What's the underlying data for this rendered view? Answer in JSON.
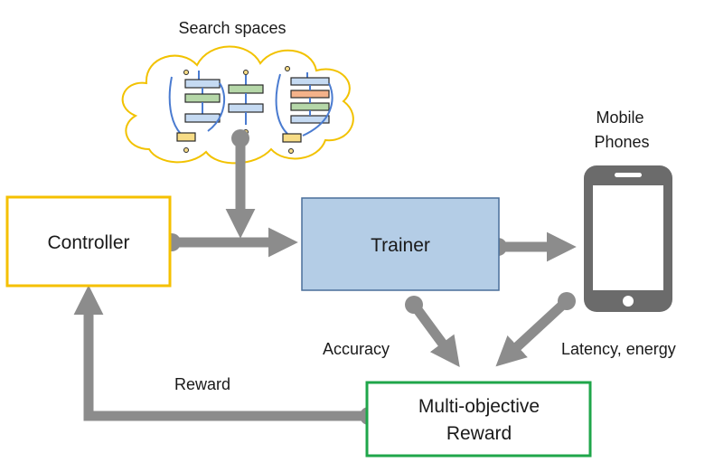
{
  "search_spaces": {
    "title": "Search spaces"
  },
  "controller": {
    "label": "Controller"
  },
  "trainer": {
    "label": "Trainer"
  },
  "mobile": {
    "label_line1": "Mobile",
    "label_line2": "Phones"
  },
  "reward_box": {
    "label_line1": "Multi-objective",
    "label_line2": "Reward"
  },
  "edges": {
    "accuracy": "Accuracy",
    "latency": "Latency, energy",
    "reward": "Reward"
  },
  "colors": {
    "controller_border": "#f5c000",
    "trainer_fill": "#b4cde6",
    "trainer_border": "#4a6f9a",
    "reward_border": "#1fa64a",
    "arrow": "#8c8c8c",
    "phone": "#6b6b6b",
    "cloud_border": "#f2c200",
    "block_blue": "#c5daf2",
    "block_green": "#b5d7a8",
    "block_orange": "#f4b28a",
    "block_yellow": "#f7dc86"
  }
}
